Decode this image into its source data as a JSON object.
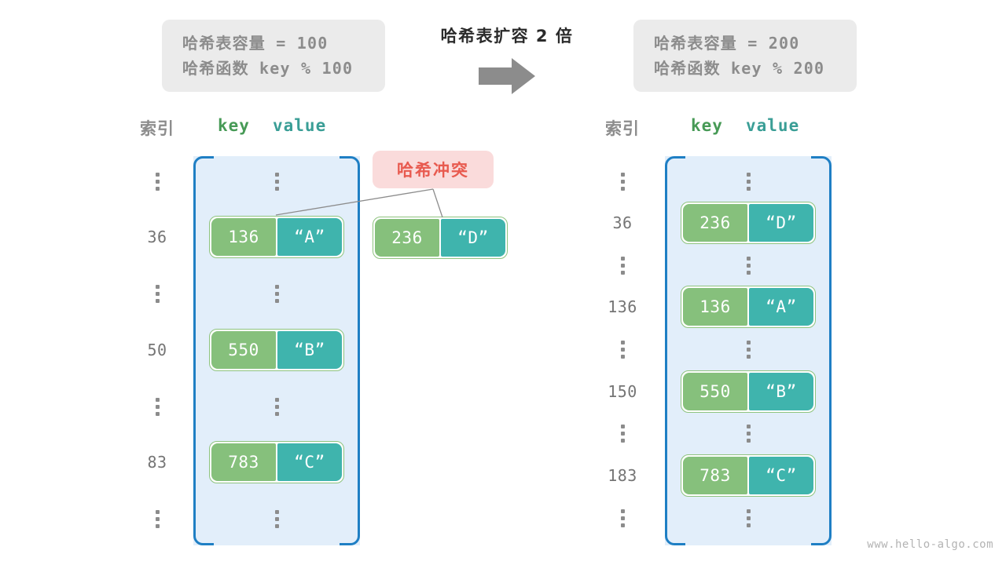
{
  "theme": {
    "panel_fill": "#e2eefa",
    "panel_border": "#1f7fc4",
    "key_chip": "#86c07c",
    "value_chip": "#3fb4ad",
    "pair_border": "#8ec37e",
    "info_box_bg": "#ebebeb",
    "info_text": "#8c8c8c",
    "collision_bg": "#fadbdb",
    "collision_text": "#e85a4f",
    "index_text": "#757575",
    "arrow": "#8c8c8c"
  },
  "center": {
    "caption": "哈希表扩容 2 倍",
    "arrow_icon": "right-arrow-icon"
  },
  "left_panel": {
    "info": {
      "capacity_line": "哈希表容量 = 100",
      "hash_line": "哈希函数 key % 100"
    },
    "headers": {
      "index": "索引",
      "key": "key",
      "value": "value"
    },
    "rows": [
      {
        "type": "ellipsis",
        "index": "",
        "key": "",
        "value": ""
      },
      {
        "type": "entry",
        "index": "36",
        "key": "136",
        "value": "“A”"
      },
      {
        "type": "ellipsis",
        "index": "",
        "key": "",
        "value": ""
      },
      {
        "type": "entry",
        "index": "50",
        "key": "550",
        "value": "“B”"
      },
      {
        "type": "ellipsis",
        "index": "",
        "key": "",
        "value": ""
      },
      {
        "type": "entry",
        "index": "83",
        "key": "783",
        "value": "“C”"
      },
      {
        "type": "ellipsis",
        "index": "",
        "key": "",
        "value": ""
      }
    ]
  },
  "right_panel": {
    "info": {
      "capacity_line": "哈希表容量 = 200",
      "hash_line": "哈希函数 key % 200"
    },
    "headers": {
      "index": "索引",
      "key": "key",
      "value": "value"
    },
    "rows": [
      {
        "type": "ellipsis",
        "index": "",
        "key": "",
        "value": ""
      },
      {
        "type": "entry",
        "index": "36",
        "key": "236",
        "value": "“D”"
      },
      {
        "type": "ellipsis",
        "index": "",
        "key": "",
        "value": ""
      },
      {
        "type": "entry",
        "index": "136",
        "key": "136",
        "value": "“A”"
      },
      {
        "type": "ellipsis",
        "index": "",
        "key": "",
        "value": ""
      },
      {
        "type": "entry",
        "index": "150",
        "key": "550",
        "value": "“B”"
      },
      {
        "type": "ellipsis",
        "index": "",
        "key": "",
        "value": ""
      },
      {
        "type": "entry",
        "index": "183",
        "key": "783",
        "value": "“C”"
      },
      {
        "type": "ellipsis",
        "index": "",
        "key": "",
        "value": ""
      }
    ]
  },
  "collision": {
    "badge_label": "哈希冲突",
    "detached_pair": {
      "key": "236",
      "value": "“D”"
    }
  },
  "watermark": "www.hello-algo.com"
}
